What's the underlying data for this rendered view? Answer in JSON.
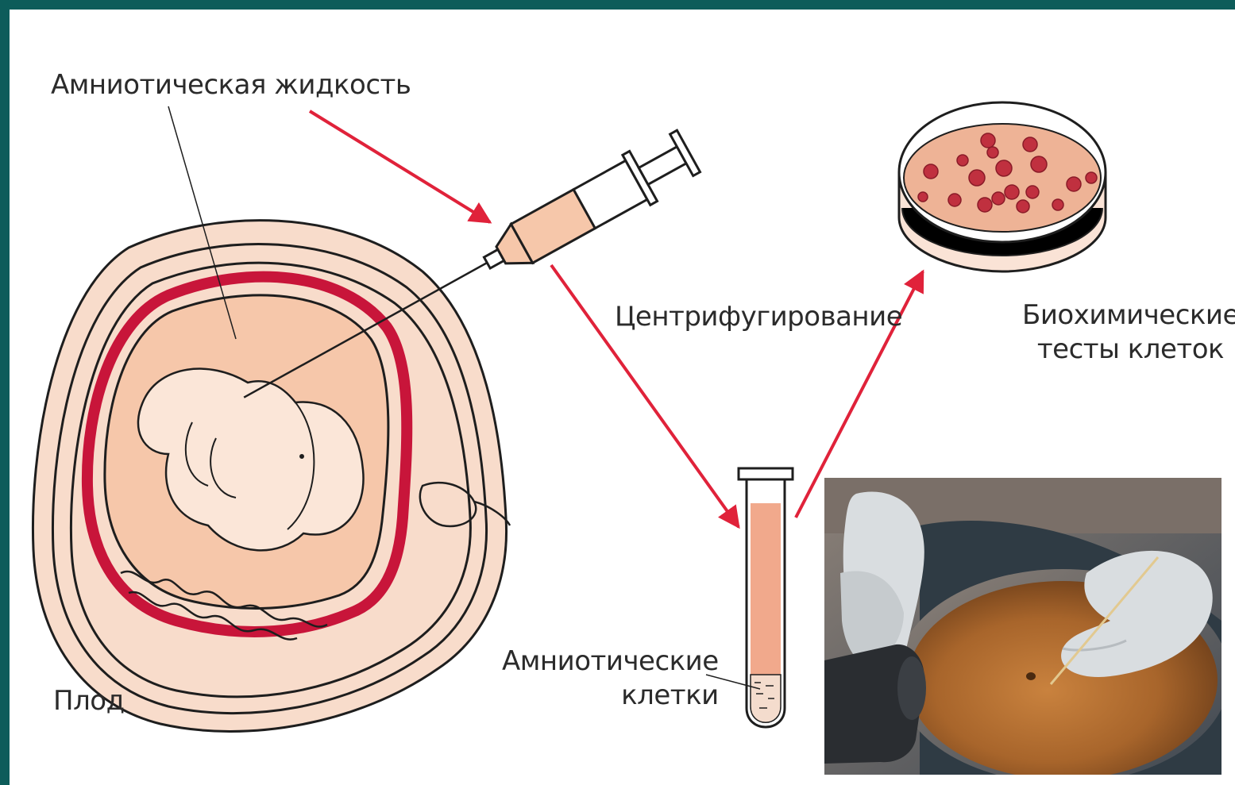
{
  "labels": {
    "amniotic_fluid": "Амниотическая жидкость",
    "centrifugation": "Центрифугирование",
    "biochem_line1": "Биохимические",
    "biochem_line2": "тесты клеток",
    "cells_line1": "Амниотические",
    "cells_line2": "клетки",
    "fetus": "Плод"
  },
  "colors": {
    "frame": "#0d5c5a",
    "arrow": "#e0223a",
    "uterus_wall": "#c8153a",
    "skin": "#f8dccb",
    "fluid": "#f6c7aa",
    "sample": "#f1a98c",
    "cell": "#c0303f"
  }
}
